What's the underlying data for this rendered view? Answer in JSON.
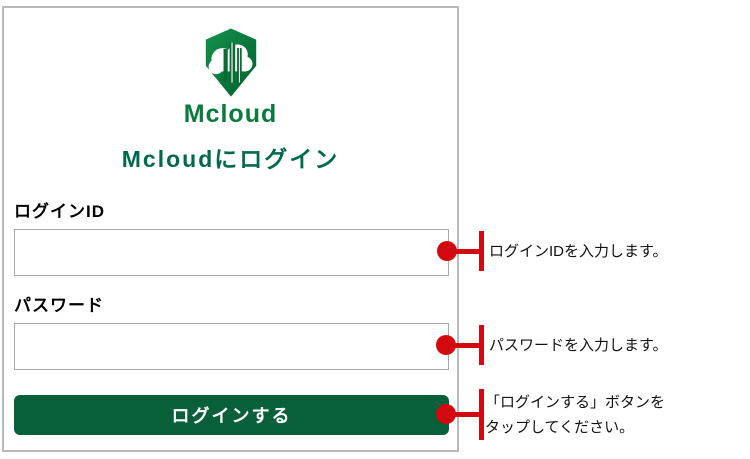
{
  "panel": {
    "logo": {
      "icon": "mcloud-shield-logo",
      "brand": "Mcloud"
    },
    "heading": "Mcloudにログイン",
    "form": {
      "login_id": {
        "label": "ログインID",
        "value": "",
        "placeholder": ""
      },
      "password": {
        "label": "パスワード",
        "value": "",
        "placeholder": ""
      },
      "submit_label": "ログインする"
    }
  },
  "annotations": [
    {
      "text": "ログインIDを入力します。"
    },
    {
      "text": "パスワードを入力します。"
    },
    {
      "text": "「ログインする」ボタンを\nタップしてください。"
    }
  ],
  "colors": {
    "brand_green": "#0a7a3e",
    "heading_green": "#006a4e",
    "button_green": "#07603a",
    "annotation_red": "#d20a10",
    "panel_border": "#b9b9b9",
    "input_border": "#a9a9a9"
  }
}
